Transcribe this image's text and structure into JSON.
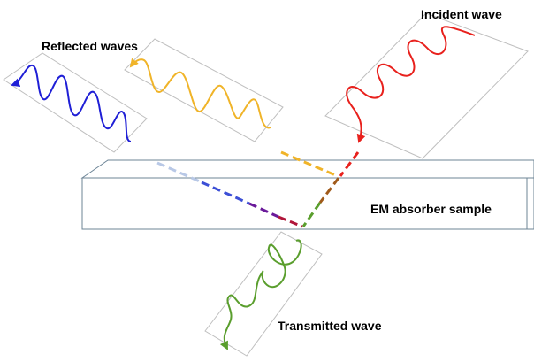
{
  "labels": {
    "incident": "Incident wave",
    "reflected": "Reflected waves",
    "sample": "EM absorber sample",
    "transmitted": "Transmitted wave"
  },
  "colors": {
    "incident": "#e8211d",
    "reflected_primary": "#f0b429",
    "reflected_secondary": "#1f1fd6",
    "transmitted": "#5a9e2d",
    "sample_border": "#6c8496",
    "panel_border": "#bfbfbf"
  }
}
